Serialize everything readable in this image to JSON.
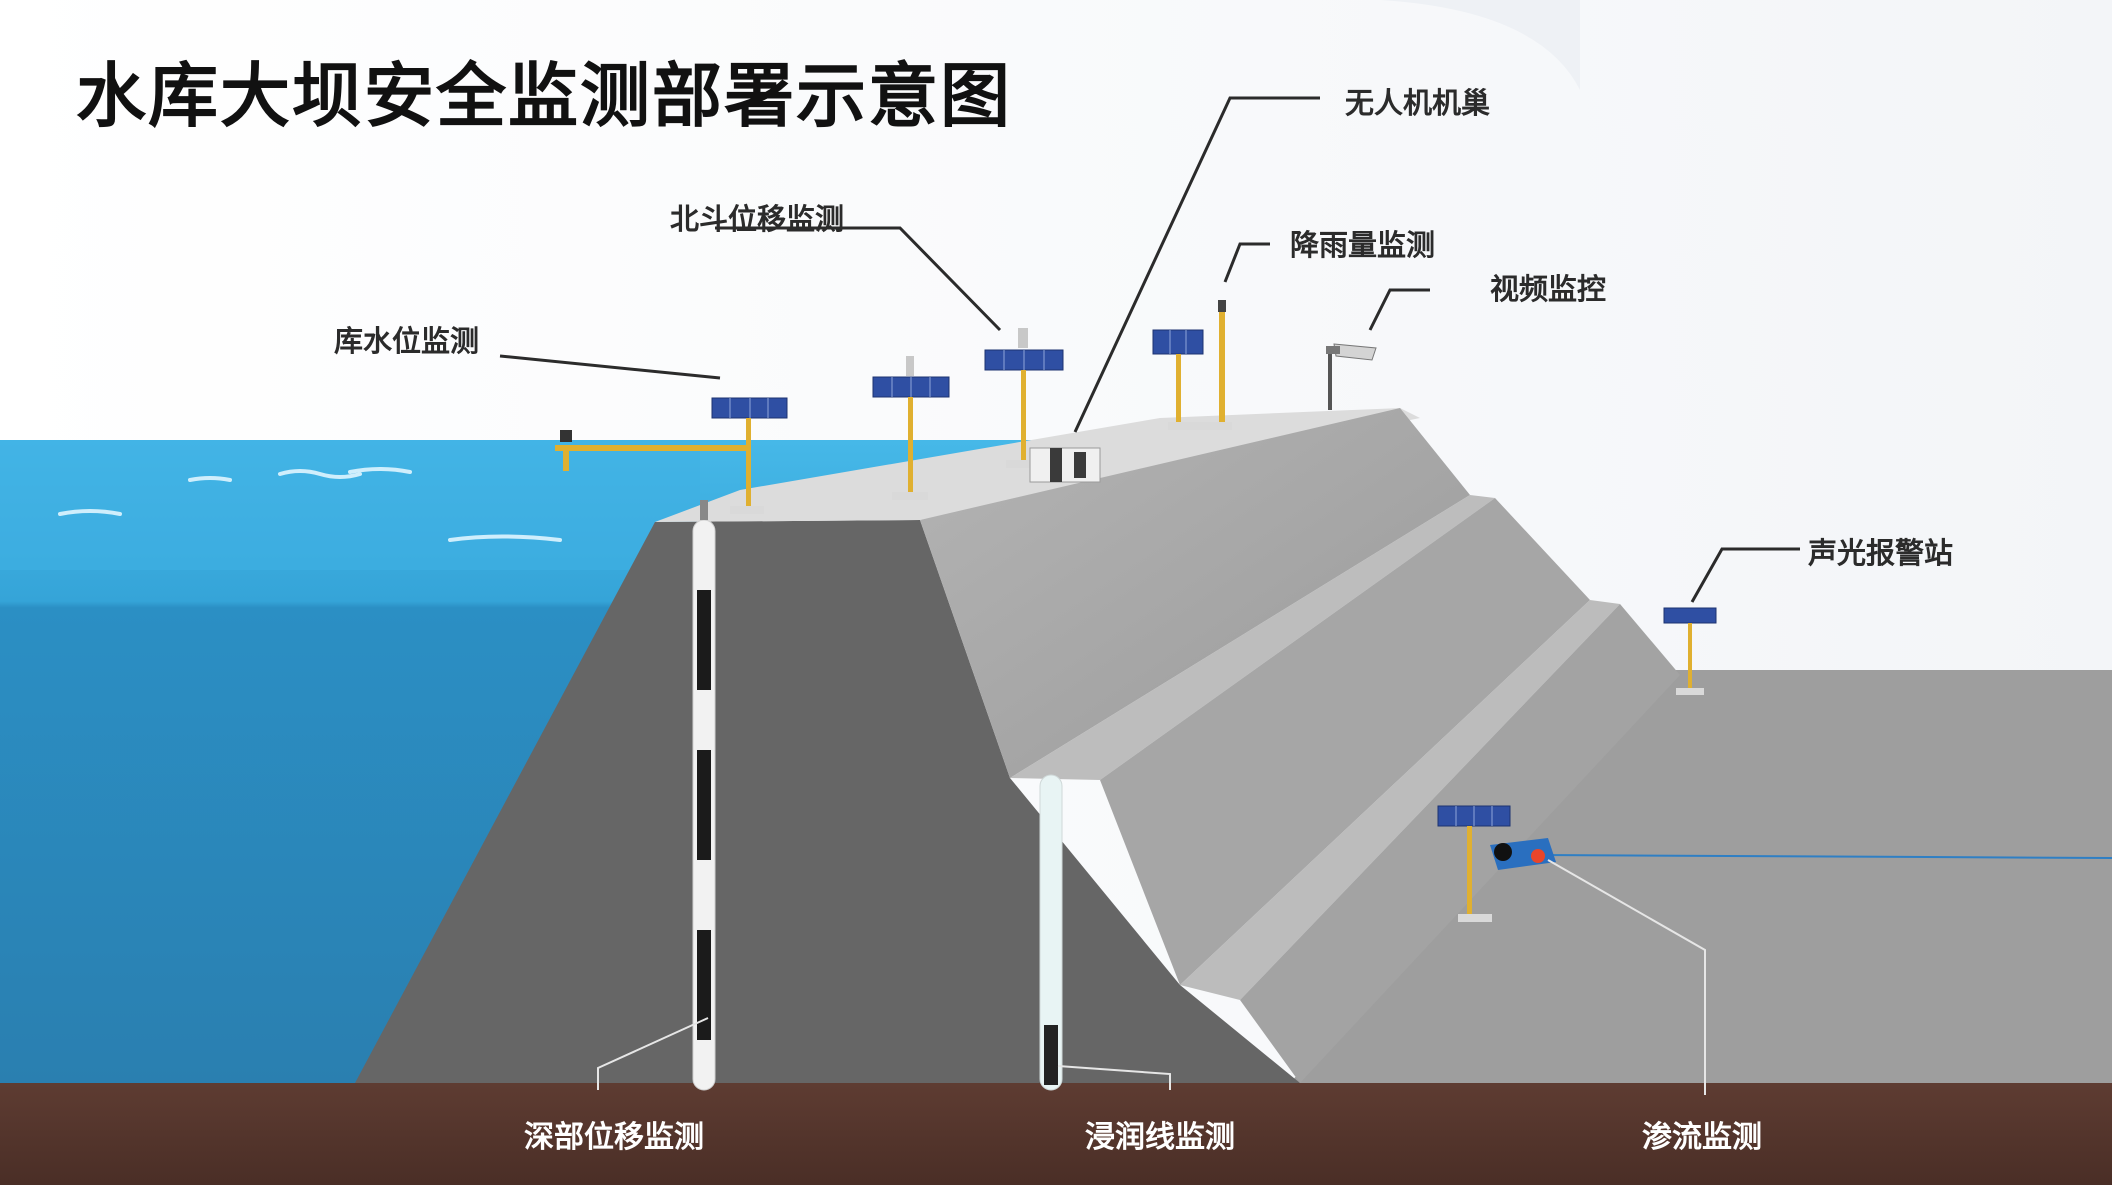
{
  "title": "水库大坝安全监测部署示意图",
  "labels": {
    "drone_nest": "无人机机巢",
    "beidou": "北斗位移监测",
    "rainfall": "降雨量监测",
    "video": "视频监控",
    "water_level": "库水位监测",
    "alarm": "声光报警站",
    "deep_displacement": "深部位移监测",
    "phreatic": "浸润线监测",
    "seepage": "渗流监测"
  },
  "colors": {
    "water_surface": "#3fb3e6",
    "water_deep": "#2a8cc0",
    "dam_dark": "#6b6b6b",
    "dam_slope": "#a8a8a8",
    "ground": "#5a3a30",
    "solar_panel": "#2f4fa3",
    "mast": "#e0b030"
  }
}
